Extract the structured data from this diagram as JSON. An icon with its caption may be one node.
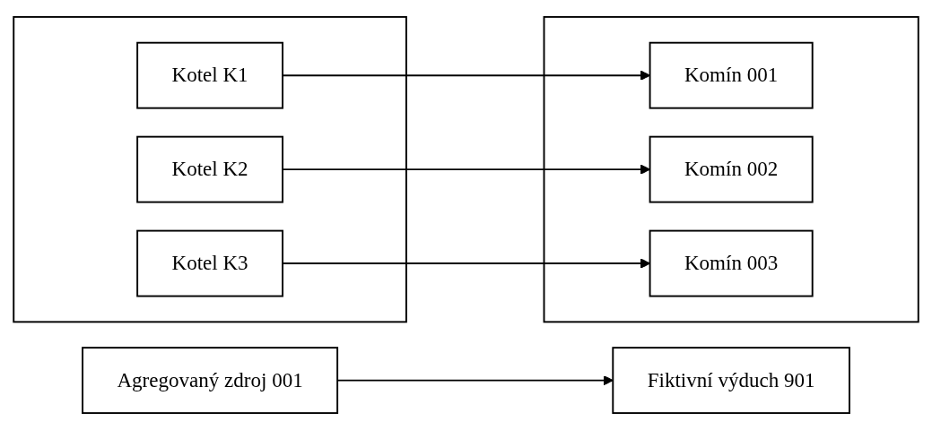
{
  "diagram": {
    "nodes": [
      {
        "text": [],
        "shape": "box"
      },
      {
        "text": [
          "Kotel K1"
        ],
        "in": 0
      },
      {
        "text": [
          "Kotel K2"
        ],
        "in": 0
      },
      {
        "text": [
          "Kotel K3"
        ],
        "in": 0
      },
      {
        "text": [],
        "shape": "box"
      },
      {
        "text": [
          "Komín 001"
        ],
        "in": 4
      },
      {
        "text": [
          "Komín 002"
        ],
        "in": 4
      },
      {
        "text": [
          "Komín 003"
        ],
        "in": 4
      },
      {
        "text": [
          "Agregovaný zdroj 001"
        ]
      },
      {
        "text": [
          "Fiktivní výduch 901"
        ]
      }
    ],
    "edges": [
      {
        "from": 1,
        "to": 5,
        "arrow": "to"
      },
      {
        "from": 2,
        "to": 6,
        "arrow": "to"
      },
      {
        "from": 3,
        "to": 7,
        "arrow": "to"
      },
      {
        "from": 8,
        "to": 9,
        "arrow": "to"
      }
    ]
  }
}
